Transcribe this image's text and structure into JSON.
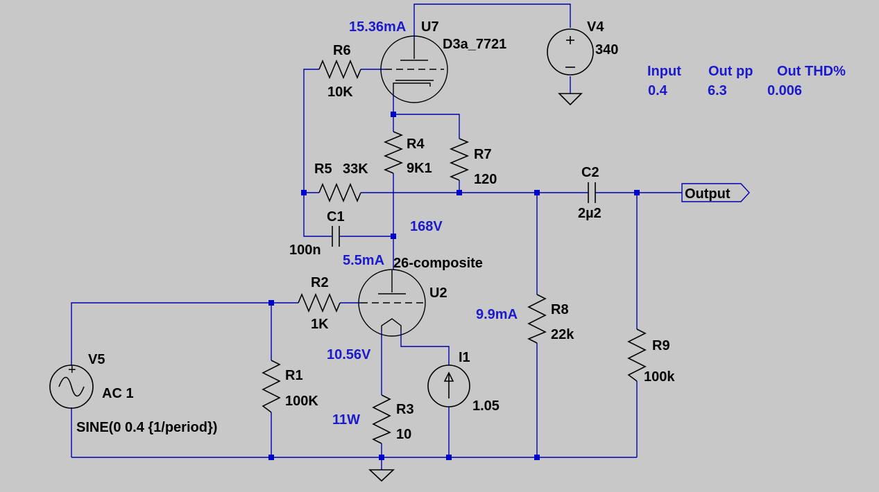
{
  "schematic": {
    "components": {
      "U7": {
        "ref": "U7",
        "model": "D3a_7721",
        "current": "15.36mA"
      },
      "V4": {
        "ref": "V4",
        "value": "340"
      },
      "R6": {
        "ref": "R6",
        "value": "10K"
      },
      "R4": {
        "ref": "R4",
        "value": "9K1"
      },
      "R7": {
        "ref": "R7",
        "value": "120"
      },
      "R5": {
        "ref": "R5",
        "value": "33K"
      },
      "C1": {
        "ref": "C1",
        "value": "100n"
      },
      "C2": {
        "ref": "C2",
        "value": "2µ2"
      },
      "U2": {
        "ref": "U2",
        "model": "26-composite",
        "current": "5.5mA"
      },
      "R2": {
        "ref": "R2",
        "value": "1K"
      },
      "R1": {
        "ref": "R1",
        "value": "100K"
      },
      "R3": {
        "ref": "R3",
        "value": "10"
      },
      "I1": {
        "ref": "I1",
        "value": "1.05"
      },
      "R8": {
        "ref": "R8",
        "value": "22k"
      },
      "R9": {
        "ref": "R9",
        "value": "100k"
      },
      "V5": {
        "ref": "V5",
        "value": "AC 1",
        "sine": "SINE(0 0.4 {1/period})"
      }
    },
    "annotations": {
      "node_voltage": "168V",
      "cathode_voltage": "10.56V",
      "r3_power": "11W",
      "r8_current": "9.9mA"
    },
    "output_label": "Output",
    "results_table": {
      "headers": [
        "Input",
        "Out pp",
        "Out THD%"
      ],
      "values": [
        "0.4",
        "6.3",
        "0.006"
      ]
    },
    "colors": {
      "background": "#c8c8c8",
      "wire": "#0000aa",
      "annotation": "#1a1acc",
      "component": "#000000"
    }
  }
}
